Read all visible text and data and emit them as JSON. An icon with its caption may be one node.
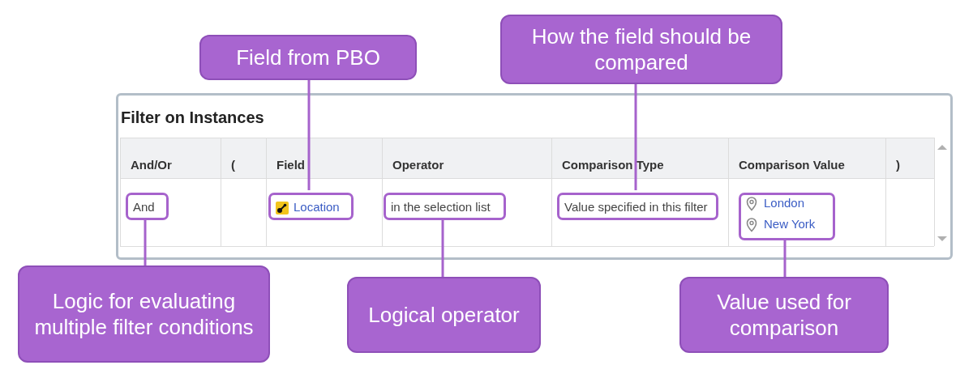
{
  "diagram": {
    "nodes": [
      {
        "text": [
          "Field from PBO"
        ]
      },
      {
        "text": [
          "How the field should be compared"
        ]
      },
      {
        "text": [
          "Filter on Instances"
        ]
      },
      {
        "text": [
          "And"
        ],
        "in": 2
      },
      {
        "text": [
          "Location"
        ],
        "in": 2
      },
      {
        "text": [
          "in the selection list"
        ],
        "in": 2
      },
      {
        "text": [
          "Value specified in this filter"
        ],
        "in": 2
      },
      {
        "text": [
          "London",
          "New York"
        ],
        "in": 2
      },
      {
        "text": [
          "Logic for evaluating multiple filter conditions"
        ]
      },
      {
        "text": [
          "Logical operator"
        ]
      },
      {
        "text": [
          "Value used for comparison"
        ]
      }
    ],
    "edges": [
      {
        "from": 0,
        "to": 4,
        "arrow": "none"
      },
      {
        "from": 1,
        "to": 6,
        "arrow": "none"
      },
      {
        "from": 8,
        "to": 3,
        "arrow": "none"
      },
      {
        "from": 9,
        "to": 5,
        "arrow": "none"
      },
      {
        "from": 10,
        "to": 7,
        "arrow": "none"
      }
    ],
    "labels": [
      "And/Or",
      "(",
      "Field",
      "Operator",
      "Comparison Type",
      "Comparison Value",
      ")"
    ]
  }
}
